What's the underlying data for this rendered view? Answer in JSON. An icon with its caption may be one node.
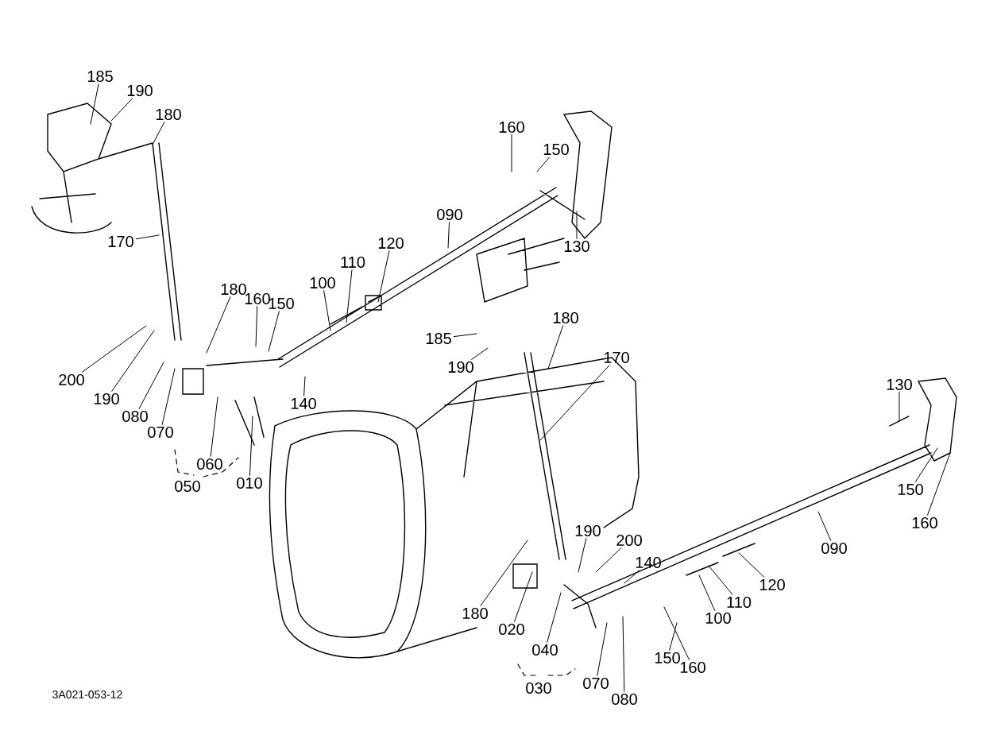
{
  "diagram": {
    "nodes": [
      {
        "text": [
          "185"
        ]
      },
      {
        "text": [
          "190"
        ]
      },
      {
        "text": [
          "180"
        ]
      },
      {
        "text": [
          "170"
        ]
      },
      {
        "text": [
          "180"
        ]
      },
      {
        "text": [
          "160"
        ]
      },
      {
        "text": [
          "150"
        ]
      },
      {
        "text": [
          "100"
        ]
      },
      {
        "text": [
          "110"
        ]
      },
      {
        "text": [
          "120"
        ]
      },
      {
        "text": [
          "090"
        ]
      },
      {
        "text": [
          "160"
        ]
      },
      {
        "text": [
          "150"
        ]
      },
      {
        "text": [
          "130"
        ]
      },
      {
        "text": [
          "140"
        ]
      },
      {
        "text": [
          "200"
        ]
      },
      {
        "text": [
          "190"
        ]
      },
      {
        "text": [
          "080"
        ]
      },
      {
        "text": [
          "070"
        ]
      },
      {
        "text": [
          "060"
        ]
      },
      {
        "text": [
          "050"
        ]
      },
      {
        "text": [
          "010"
        ]
      },
      {
        "text": [
          "185"
        ]
      },
      {
        "text": [
          "190"
        ]
      },
      {
        "text": [
          "180"
        ]
      },
      {
        "text": [
          "170"
        ]
      },
      {
        "text": [
          "130"
        ]
      },
      {
        "text": [
          "150"
        ]
      },
      {
        "text": [
          "160"
        ]
      },
      {
        "text": [
          "190"
        ]
      },
      {
        "text": [
          "200"
        ]
      },
      {
        "text": [
          "140"
        ]
      },
      {
        "text": [
          "180"
        ]
      },
      {
        "text": [
          "020"
        ]
      },
      {
        "text": [
          "040"
        ]
      },
      {
        "text": [
          "030"
        ]
      },
      {
        "text": [
          "070"
        ]
      },
      {
        "text": [
          "080"
        ]
      },
      {
        "text": [
          "150"
        ]
      },
      {
        "text": [
          "160"
        ]
      },
      {
        "text": [
          "100"
        ]
      },
      {
        "text": [
          "110"
        ]
      },
      {
        "text": [
          "120"
        ]
      },
      {
        "text": [
          "090"
        ]
      }
    ],
    "edges": [
      {
        "from": 0,
        "to": null,
        "arrow": "none"
      },
      {
        "from": 1,
        "to": null,
        "arrow": "none"
      },
      {
        "from": 2,
        "to": null,
        "arrow": "none"
      },
      {
        "from": 3,
        "to": null,
        "arrow": "none"
      },
      {
        "from": 4,
        "to": null,
        "arrow": "none"
      },
      {
        "from": 5,
        "to": null,
        "arrow": "none"
      },
      {
        "from": 6,
        "to": null,
        "arrow": "none"
      },
      {
        "from": 7,
        "to": null,
        "arrow": "none"
      },
      {
        "from": 8,
        "to": null,
        "arrow": "none"
      },
      {
        "from": 9,
        "to": null,
        "arrow": "none"
      },
      {
        "from": 10,
        "to": null,
        "arrow": "none"
      },
      {
        "from": 11,
        "to": null,
        "arrow": "none"
      },
      {
        "from": 12,
        "to": null,
        "arrow": "none"
      },
      {
        "from": 13,
        "to": null,
        "arrow": "none"
      },
      {
        "from": 14,
        "to": null,
        "arrow": "none"
      },
      {
        "from": 15,
        "to": null,
        "arrow": "none"
      },
      {
        "from": 16,
        "to": null,
        "arrow": "none"
      },
      {
        "from": 17,
        "to": null,
        "arrow": "none"
      },
      {
        "from": 18,
        "to": null,
        "arrow": "none"
      },
      {
        "from": 19,
        "to": null,
        "arrow": "none"
      },
      {
        "from": 21,
        "to": null,
        "arrow": "none"
      },
      {
        "from": 22,
        "to": null,
        "arrow": "none"
      },
      {
        "from": 23,
        "to": null,
        "arrow": "none"
      },
      {
        "from": 24,
        "to": null,
        "arrow": "none"
      },
      {
        "from": 25,
        "to": null,
        "arrow": "none"
      },
      {
        "from": 26,
        "to": null,
        "arrow": "none"
      },
      {
        "from": 27,
        "to": null,
        "arrow": "none"
      },
      {
        "from": 28,
        "to": null,
        "arrow": "none"
      },
      {
        "from": 29,
        "to": null,
        "arrow": "none"
      },
      {
        "from": 30,
        "to": null,
        "arrow": "none"
      },
      {
        "from": 31,
        "to": null,
        "arrow": "none"
      },
      {
        "from": 32,
        "to": null,
        "arrow": "none"
      },
      {
        "from": 33,
        "to": null,
        "arrow": "none"
      },
      {
        "from": 34,
        "to": null,
        "arrow": "none"
      },
      {
        "from": 36,
        "to": null,
        "arrow": "none"
      },
      {
        "from": 37,
        "to": null,
        "arrow": "none"
      },
      {
        "from": 38,
        "to": null,
        "arrow": "none"
      },
      {
        "from": 39,
        "to": null,
        "arrow": "none"
      },
      {
        "from": 40,
        "to": null,
        "arrow": "none"
      },
      {
        "from": 41,
        "to": null,
        "arrow": "none"
      },
      {
        "from": 42,
        "to": null,
        "arrow": "none"
      },
      {
        "from": 43,
        "to": null,
        "arrow": "none"
      }
    ],
    "labels": [
      "3A021-053-12"
    ]
  }
}
